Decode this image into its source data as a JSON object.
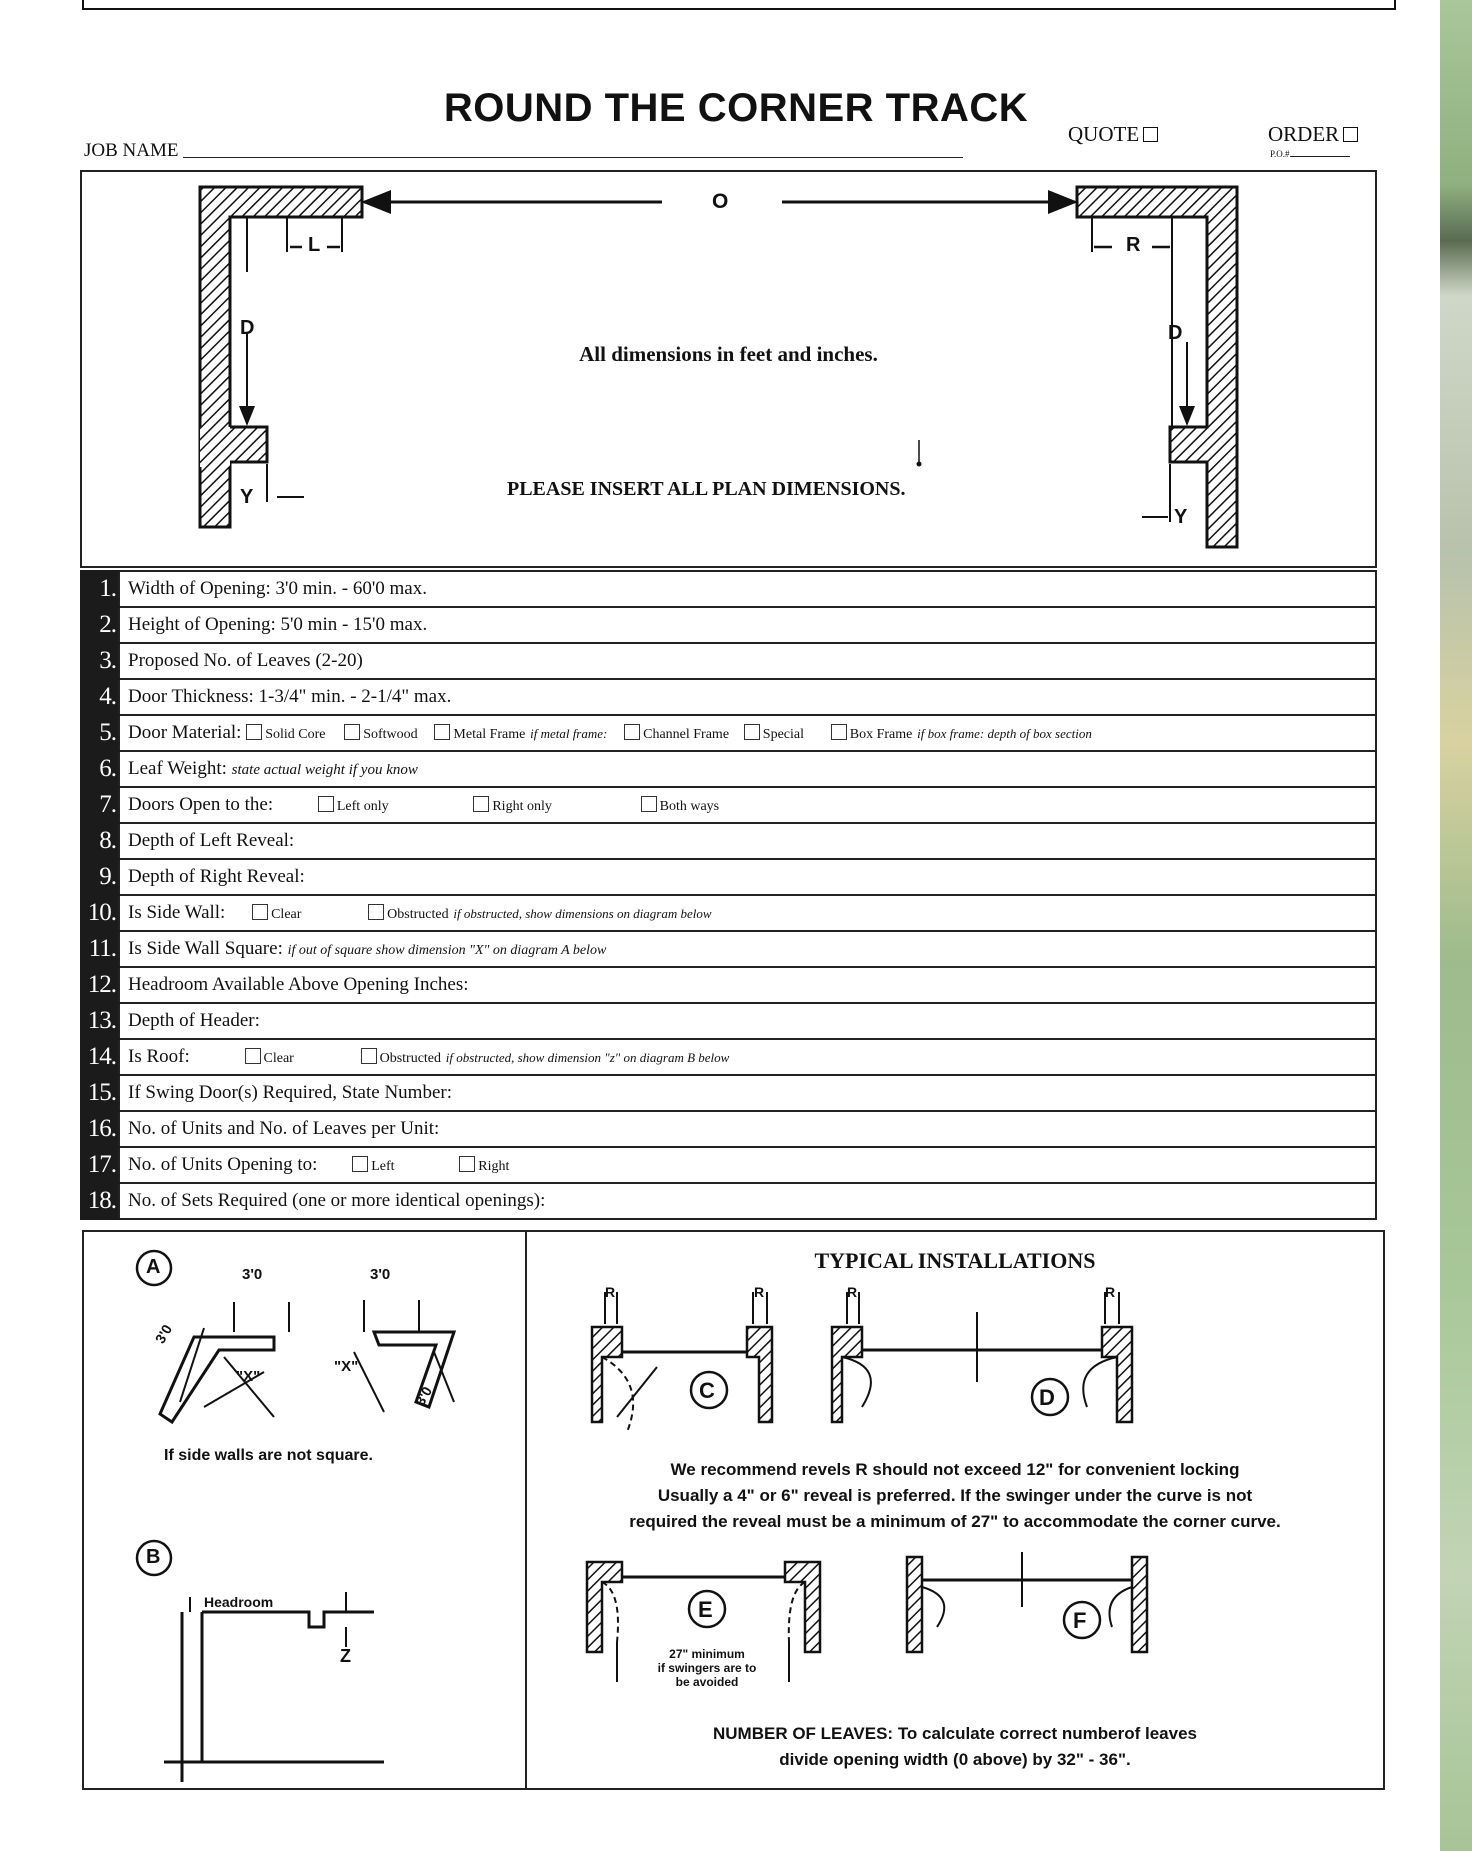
{
  "form": {
    "title": "ROUND THE CORNER TRACK",
    "job_name_label": "JOB NAME",
    "quote_label": "QUOTE",
    "order_label": "ORDER",
    "po_label": "P.O.#"
  },
  "plan": {
    "dim_o": "O",
    "dim_l": "L",
    "dim_r": "R",
    "dim_d_left": "D",
    "dim_d_right": "D",
    "dim_y_left": "Y",
    "dim_y_right": "Y",
    "note_units": "All dimensions in feet and inches.",
    "note_insert": "PLEASE INSERT ALL PLAN DIMENSIONS."
  },
  "rows": [
    {
      "num": "1.",
      "label": "Width of Opening: 3'0 min. - 60'0 max."
    },
    {
      "num": "2.",
      "label": "Height of Opening: 5'0 min - 15'0 max."
    },
    {
      "num": "3.",
      "label": "Proposed No. of Leaves (2-20)"
    },
    {
      "num": "4.",
      "label": "Door Thickness: 1-3/4\" min. - 2-1/4\" max."
    },
    {
      "num": "5.",
      "label": "Door Material:",
      "opt1": "Solid Core",
      "opt2": "Softwood",
      "opt3": "Metal Frame",
      "note3": "if metal frame:",
      "opt4": "Channel Frame",
      "opt5": "Special",
      "opt6": "Box Frame",
      "note6": "if box frame: depth of box section"
    },
    {
      "num": "6.",
      "label": "Leaf Weight:",
      "note": "state actual weight if you know"
    },
    {
      "num": "7.",
      "label": "Doors Open to the:",
      "opt1": "Left only",
      "opt2": "Right only",
      "opt3": "Both ways"
    },
    {
      "num": "8.",
      "label": "Depth of Left Reveal:"
    },
    {
      "num": "9.",
      "label": "Depth of Right Reveal:"
    },
    {
      "num": "10.",
      "label": "Is Side Wall:",
      "opt1": "Clear",
      "opt2": "Obstructed",
      "note": "if obstructed, show dimensions on diagram below"
    },
    {
      "num": "11.",
      "label": "Is Side Wall Square:",
      "note": "if out of square show dimension \"X\" on diagram A below"
    },
    {
      "num": "12.",
      "label": "Headroom Available Above Opening Inches:"
    },
    {
      "num": "13.",
      "label": "Depth of Header:"
    },
    {
      "num": "14.",
      "label": "Is Roof:",
      "opt1": "Clear",
      "opt2": "Obstructed",
      "note": "if obstructed, show dimension \"z\" on diagram B below"
    },
    {
      "num": "15.",
      "label": "If Swing Door(s) Required, State Number:"
    },
    {
      "num": "16.",
      "label": "No. of Units and No. of Leaves per Unit:"
    },
    {
      "num": "17.",
      "label": "No. of Units Opening to:",
      "opt1": "Left",
      "opt2": "Right"
    },
    {
      "num": "18.",
      "label": "No. of Sets Required (one or more identical openings):"
    }
  ],
  "left_diagrams": {
    "a_letter": "A",
    "a_dim1": "3'0",
    "a_dim2": "3'0",
    "a_dim3": "3'0",
    "a_dim4": "3'0",
    "a_x1": "\"X\"",
    "a_x2": "\"X\"",
    "a_caption": "If side walls are not square.",
    "b_letter": "B",
    "b_headroom": "Headroom",
    "b_z": "Z"
  },
  "installations": {
    "heading": "TYPICAL INSTALLATIONS",
    "r": "R",
    "c": "C",
    "d": "D",
    "e": "E",
    "f": "F",
    "rec1": "We recommend revels R should not exceed 12\" for convenient locking",
    "rec2": "Usually a 4\" or 6\" reveal is preferred.  If the swinger under the curve is not",
    "rec3": "required the reveal must be a minimum of 27\" to accommodate the corner curve.",
    "min1": "27\" minimum",
    "min2": "if swingers are to",
    "min3": "be avoided",
    "leaves_head": "NUMBER OF LEAVES:",
    "leaves_text": "To calculate correct numberof leaves",
    "leaves_text2": "divide opening width (0 above) by 32\" - 36\"."
  }
}
